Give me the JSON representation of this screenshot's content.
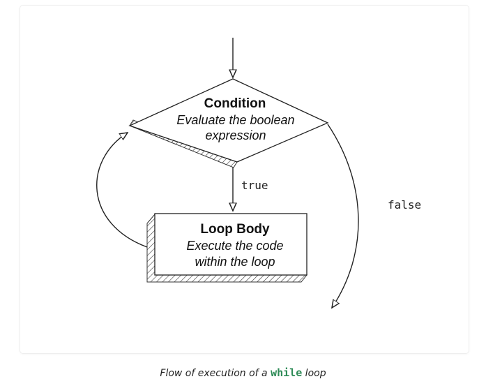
{
  "diagram": {
    "condition": {
      "title": "Condition",
      "line1": "Evaluate the boolean",
      "line2": "expression"
    },
    "loop_body": {
      "title": "Loop Body",
      "line1": "Execute the code",
      "line2": "within the loop"
    },
    "edges": {
      "true_label": "true",
      "false_label": "false"
    }
  },
  "caption": {
    "prefix": "Flow of execution of a ",
    "keyword": "while",
    "suffix": " loop"
  },
  "colors": {
    "keyword": "#2e8b57",
    "stroke": "#222222"
  }
}
